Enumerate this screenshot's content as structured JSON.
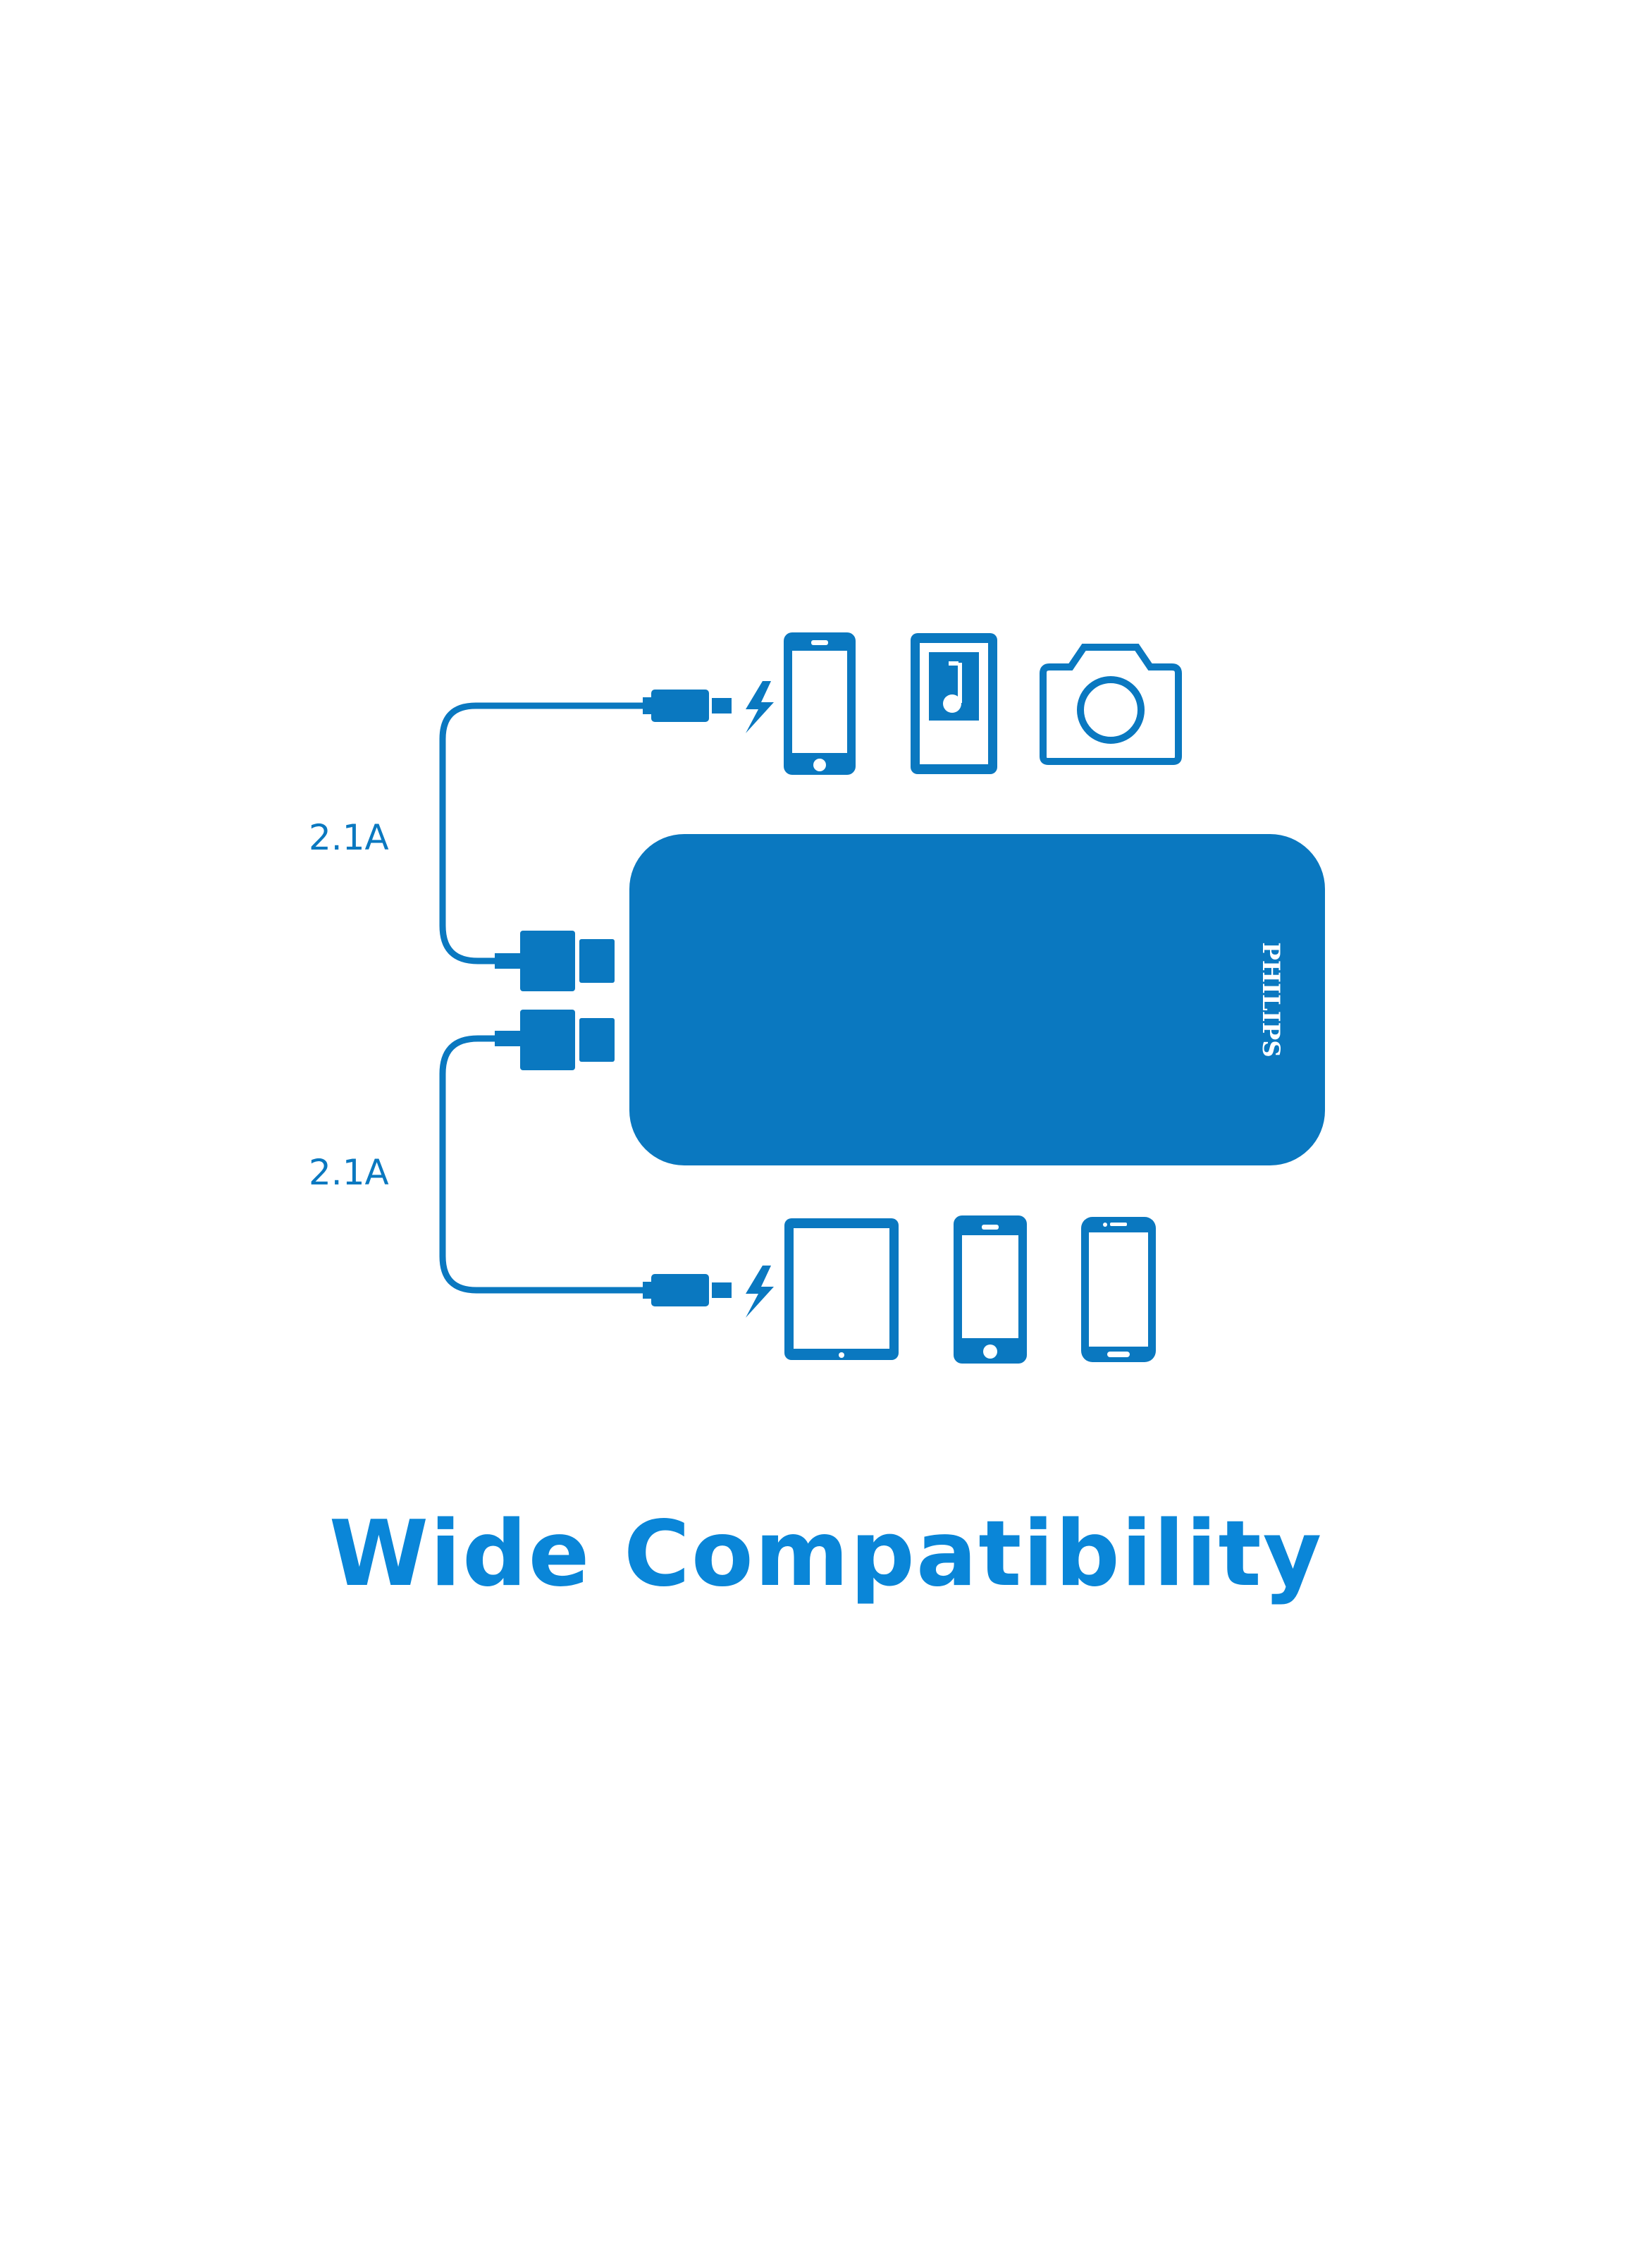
{
  "colors": {
    "primary": "#0A78C0",
    "title": "#0A86D8",
    "background": "#FFFFFF",
    "brand_text": "#FFFFFF"
  },
  "labels": {
    "top_port_current": "2.1A",
    "bottom_port_current": "2.1A"
  },
  "power_bank": {
    "brand": "PHILIPS"
  },
  "devices": {
    "top_row": [
      "smartphone-icon",
      "music-player-icon",
      "camera-icon"
    ],
    "bottom_row": [
      "tablet-icon",
      "smartphone-icon",
      "android-phone-icon"
    ]
  },
  "title": "Wide Compatibility"
}
